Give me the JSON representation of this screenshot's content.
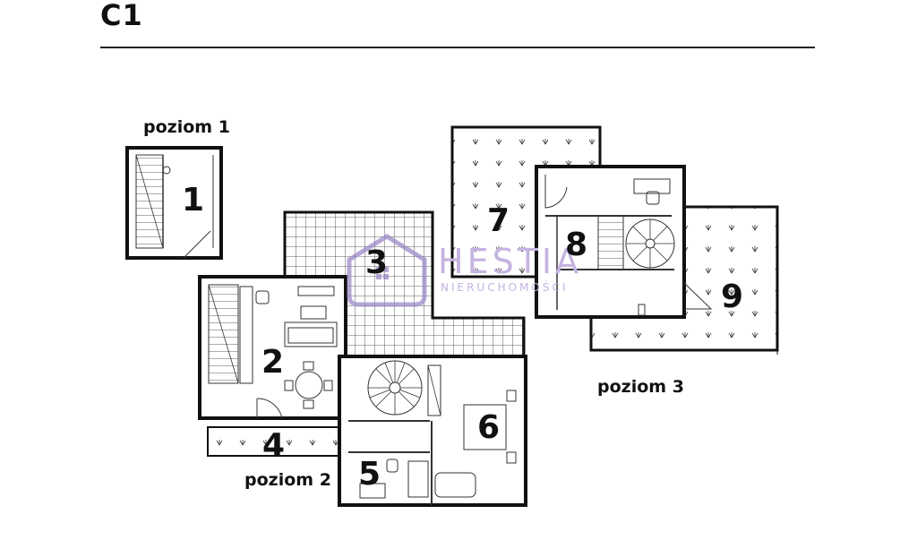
{
  "header": {
    "title": "C1"
  },
  "levels": {
    "level1": "poziom 1",
    "level2": "poziom 2",
    "level3": "poziom 3"
  },
  "rooms": {
    "r1": "1",
    "r2": "2",
    "r3": "3",
    "r4": "4",
    "r5": "5",
    "r6": "6",
    "r7": "7",
    "r8": "8",
    "r9": "9"
  },
  "watermark": {
    "brand": "HESTIA",
    "sub": "NIERUCHOMOŚCI",
    "logo": "house-logo-icon"
  },
  "colors": {
    "ink": "#111111",
    "watermark": "#c5b3e0",
    "logo_outline": "#9d8ac8"
  }
}
